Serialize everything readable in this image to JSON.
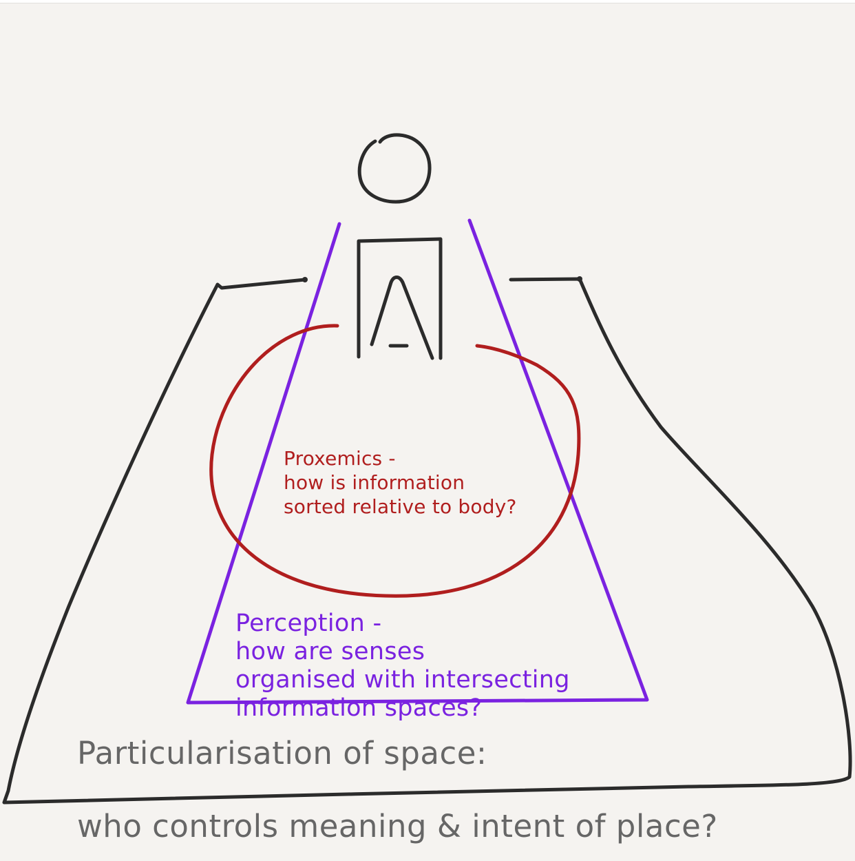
{
  "colors": {
    "background": "#f5f3f0",
    "ink": "#2b2b2b",
    "proxemics": "#b01e1e",
    "perception": "#7a22e0",
    "caption": "#666666"
  },
  "icons": {
    "person": "person-figure-icon"
  },
  "proxemics": {
    "line1": "Proxemics -",
    "line2": "how is information",
    "line3": "sorted relative to body?"
  },
  "perception": {
    "line1": "Perception -",
    "line2": "how are senses",
    "line3": "organised with intersecting",
    "line4": "information spaces?"
  },
  "caption": {
    "line1": "Particularisation of space:",
    "line2": "who controls meaning & intent of place?"
  }
}
